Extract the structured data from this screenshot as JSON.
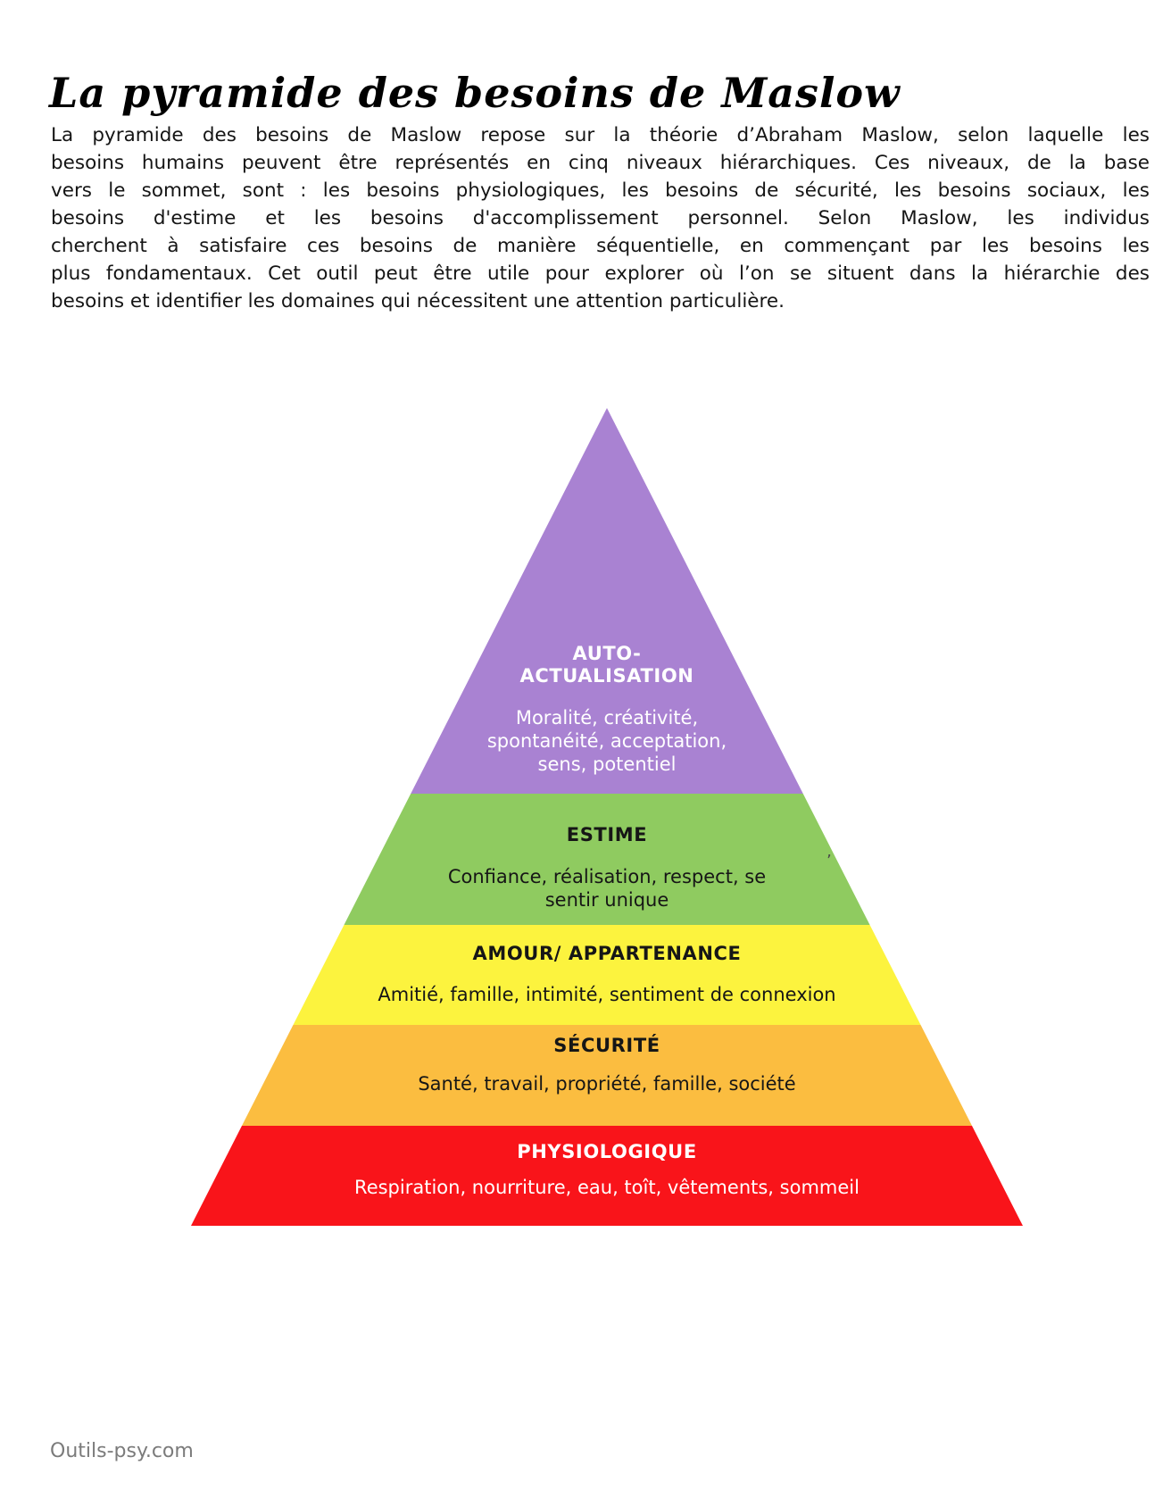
{
  "page": {
    "title": "La pyramide des besoins de Maslow",
    "intro_lines": [
      "La pyramide des besoins de Maslow repose sur la théorie d’Abraham Maslow, selon laquelle les",
      "besoins humains peuvent être représentés en cinq niveaux hiérarchiques. Ces niveaux, de la base",
      "vers le sommet, sont : les besoins physiologiques, les besoins de sécurité, les besoins sociaux, les",
      "besoins d'estime et les besoins d'accomplissement personnel. Selon Maslow, les individus",
      "cherchent à satisfaire ces besoins de manière séquentielle, en commençant par les besoins les",
      "plus fondamentaux. Cet outil peut être utile pour explorer où l’on se situent dans la hiérarchie des",
      "besoins et identifier les domaines qui nécessitent une attention particulière."
    ],
    "footer": "Outils-psy.com",
    "stray_mark": "’"
  },
  "pyramid": {
    "type": "pyramid-diagram",
    "levels": [
      {
        "name": "auto-actualisation",
        "title_lines": {
          "0": "AUTO-",
          "1": "ACTUALISATION"
        },
        "desc_lines": {
          "0": "Moralité, créativité,",
          "1": "spontanéité, acceptation,",
          "2": "sens, potentiel"
        },
        "description": "Moralité, créativité, spontanéité, acceptation, sens, potentiel",
        "color": "#a982d2",
        "text_color": "#ffffff"
      },
      {
        "name": "estime",
        "title_lines": {
          "0": "ESTIME"
        },
        "desc_lines": {
          "0": "Confiance, réalisation, respect, se",
          "1": "sentir unique"
        },
        "description": "Confiance, réalisation, respect, se sentir unique",
        "color": "#8fcb60",
        "text_color": "#161616"
      },
      {
        "name": "amour-appartenance",
        "title_lines": {
          "0": "AMOUR/ APPARTENANCE"
        },
        "desc_lines": {
          "0": "Amitié, famille, intimité, sentiment de connexion"
        },
        "description": "Amitié, famille, intimité, sentiment de connexion",
        "color": "#fcf33e",
        "text_color": "#161616"
      },
      {
        "name": "securite",
        "title_lines": {
          "0": "SÉCURITÉ"
        },
        "desc_lines": {
          "0": "Santé, travail, propriété, famille, société"
        },
        "description": "Santé, travail, propriété, famille, société",
        "color": "#fbbd40",
        "text_color": "#161616"
      },
      {
        "name": "physiologique",
        "title_lines": {
          "0": "PHYSIOLOGIQUE"
        },
        "desc_lines": {
          "0": "Respiration, nourriture, eau, toît, vêtements, sommeil"
        },
        "description": "Respiration, nourriture, eau, toît, vêtements, sommeil",
        "color": "#f9141a",
        "text_color": "#ffffff"
      }
    ]
  }
}
